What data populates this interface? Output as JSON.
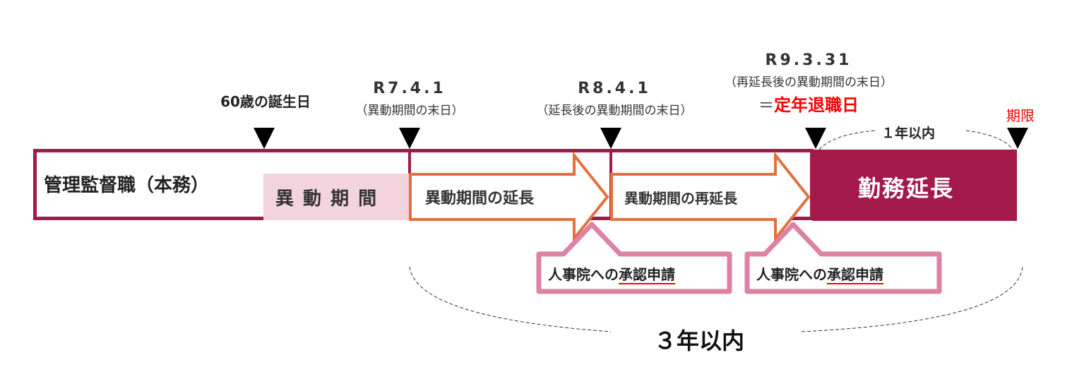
{
  "milestones": [
    {
      "date": "",
      "note": "60歳の誕生日"
    },
    {
      "date": "R7.4.1",
      "note": "（異動期間の末日）"
    },
    {
      "date": "R8.4.1",
      "note": "（延長後の異動期間の末日）"
    },
    {
      "date": "R9.3.31",
      "note": "（再延長後の異動期間の末日）",
      "equals": "＝",
      "emphasis": "定年退職日"
    },
    {
      "date": "",
      "note": "期限"
    }
  ],
  "bars": {
    "main": "管理監督職（本務）",
    "transfer_period": "異 動 期 間",
    "extension": "異動期間の延長",
    "re_extension": "異動期間の再延長",
    "work_extension": "勤務延長"
  },
  "callouts": [
    {
      "prefix": "人事院への",
      "underlined": "承認申請"
    },
    {
      "prefix": "人事院への",
      "underlined": "承認申請"
    }
  ],
  "spans": {
    "one_year": "１年以内",
    "three_years": "３年以内"
  },
  "colors": {
    "maroon": "#A31A4A",
    "orange": "#E2703F",
    "pink": "#DD82A4",
    "light_pink": "#F2D3DE",
    "red": "#FF0000"
  }
}
